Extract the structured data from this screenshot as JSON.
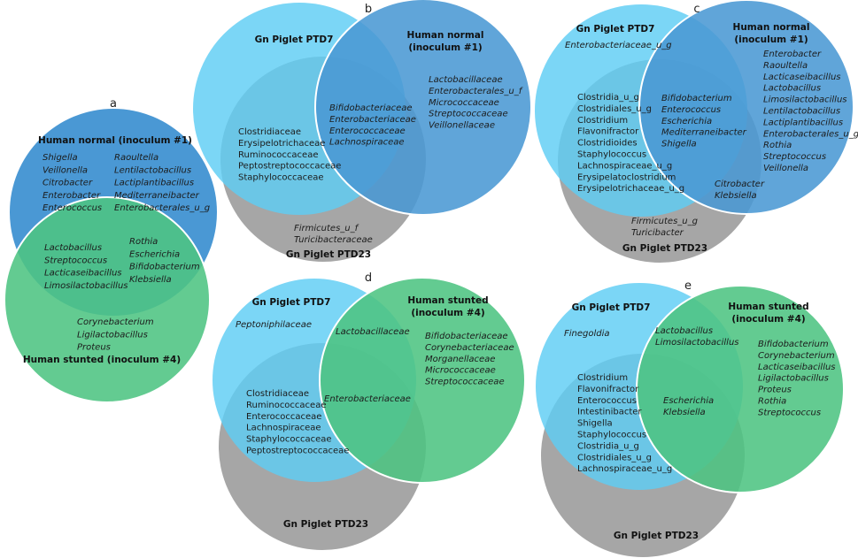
{
  "colors": {
    "piglet_ptd7": "#5ecdf4",
    "human_normal": "#4a98d4",
    "human_stunted": "#4dc482",
    "piglet_ptd23": "#a6a6a6",
    "outline": "#ffffff"
  },
  "chart_data": [
    {
      "type": "venn",
      "panel": "a",
      "sets": [
        {
          "id": "hn",
          "name": "Human normal (inoculum #1)"
        },
        {
          "id": "hs",
          "name": "Human stunted (inoculum #4)"
        }
      ],
      "regions": [
        {
          "sets": [
            "hn"
          ],
          "italic": true,
          "members": [
            "Shigella",
            "Veillonella",
            "Citrobacter",
            "Enterobacter",
            "Enterococcus",
            "Raoultella",
            "Lentilactobacillus",
            "Lactiplantibacillus",
            "Mediterraneibacter",
            "Enterobacterales_u_g"
          ]
        },
        {
          "sets": [
            "hn",
            "hs"
          ],
          "italic": true,
          "members": [
            "Lactobacillus",
            "Streptococcus",
            "Lacticaseibacillus",
            "Limosilactobacillus",
            "Rothia",
            "Escherichia",
            "Bifidobacterium",
            "Klebsiella"
          ]
        },
        {
          "sets": [
            "hs"
          ],
          "italic": true,
          "members": [
            "Corynebacterium",
            "Ligilactobacillus",
            "Proteus"
          ]
        }
      ]
    },
    {
      "type": "venn",
      "panel": "b",
      "level": "family",
      "sets": [
        {
          "id": "p7",
          "name": "Gn Piglet PTD7"
        },
        {
          "id": "hn",
          "name": "Human normal (inoculum #1)"
        },
        {
          "id": "p23",
          "name": "Gn Piglet  PTD23"
        }
      ],
      "regions": [
        {
          "sets": [
            "p7",
            "p23"
          ],
          "italic": false,
          "members": [
            "Clostridiaceae",
            "Erysipelotrichaceae",
            "Ruminococcaceae",
            "Peptostreptococcaceae",
            "Staphylococcaceae"
          ]
        },
        {
          "sets": [
            "p7",
            "hn",
            "p23"
          ],
          "italic": true,
          "members": [
            "Bifidobacteriaceae",
            "Enterobacteriaceae",
            "Enterococcaceae",
            "Lachnospiraceae"
          ]
        },
        {
          "sets": [
            "hn"
          ],
          "italic": true,
          "members": [
            "Lactobacillaceae",
            "Enterobacterales_u_f",
            "Micrococcaceae",
            "Streptococcaceae",
            "Veillonellaceae"
          ]
        },
        {
          "sets": [
            "p23"
          ],
          "italic": true,
          "members": [
            "Firmicutes_u_f",
            "Turicibacteraceae"
          ]
        }
      ]
    },
    {
      "type": "venn",
      "panel": "c",
      "level": "genus",
      "sets": [
        {
          "id": "p7",
          "name": "Gn Piglet PTD7"
        },
        {
          "id": "hn",
          "name": "Human normal (inoculum #1)"
        },
        {
          "id": "p23",
          "name": "Gn Piglet  PTD23"
        }
      ],
      "regions": [
        {
          "sets": [
            "p7"
          ],
          "italic": true,
          "members": [
            "Enterobacteriaceae_u_g"
          ]
        },
        {
          "sets": [
            "p7",
            "p23"
          ],
          "italic": false,
          "members": [
            "Clostridia_u_g",
            "Clostridiales_u_g",
            "Clostridium",
            "Flavonifractor",
            "Clostridioides",
            "Staphylococcus",
            "Lachnospiraceae_u_g",
            "Erysipelatoclostridium",
            "Erysipelotrichaceae_u_g"
          ]
        },
        {
          "sets": [
            "p7",
            "hn",
            "p23"
          ],
          "italic": true,
          "members": [
            "Bifidobacterium",
            "Enterococcus",
            "Escherichia",
            "Mediterraneibacter",
            "Shigella"
          ]
        },
        {
          "sets": [
            "hn"
          ],
          "italic": true,
          "members": [
            "Enterobacter",
            "Raoultella",
            "Lacticaseibacillus",
            "Lactobacillus",
            "Limosilactobacillus",
            "Lentilactobacillus",
            "Lactiplantibacillus",
            "Enterobacterales_u_g",
            "Rothia",
            "Streptococcus",
            "Veillonella"
          ]
        },
        {
          "sets": [
            "hn",
            "p23"
          ],
          "italic": true,
          "members": [
            "Citrobacter",
            "Klebsiella"
          ]
        },
        {
          "sets": [
            "p23"
          ],
          "italic": true,
          "members": [
            "Firmicutes_u_g",
            "Turicibacter"
          ]
        }
      ]
    },
    {
      "type": "venn",
      "panel": "d",
      "level": "family",
      "sets": [
        {
          "id": "p7",
          "name": "Gn Piglet PTD7"
        },
        {
          "id": "hs",
          "name": "Human stunted (inoculum #4)"
        },
        {
          "id": "p23",
          "name": "Gn Piglet  PTD23"
        }
      ],
      "regions": [
        {
          "sets": [
            "p7"
          ],
          "italic": true,
          "members": [
            "Peptoniphilaceae"
          ]
        },
        {
          "sets": [
            "p7",
            "hs"
          ],
          "italic": true,
          "members": [
            "Lactobacillaceae"
          ]
        },
        {
          "sets": [
            "p7",
            "p23"
          ],
          "italic": false,
          "members": [
            "Clostridiaceae",
            "Ruminococcaceae",
            "Enterococcaceae",
            "Lachnospiraceae",
            "Staphylococcaceae",
            "Peptostreptococcaceae"
          ]
        },
        {
          "sets": [
            "p7",
            "hs",
            "p23"
          ],
          "italic": true,
          "members": [
            "Enterobacteriaceae"
          ]
        },
        {
          "sets": [
            "hs"
          ],
          "italic": true,
          "members": [
            "Bifidobacteriaceae",
            "Corynebacteriaceae",
            "Morganellaceae",
            "Micrococcaceae",
            "Streptococcaceae"
          ]
        }
      ]
    },
    {
      "type": "venn",
      "panel": "e",
      "level": "genus",
      "sets": [
        {
          "id": "p7",
          "name": "Gn Piglet PTD7"
        },
        {
          "id": "hs",
          "name": "Human stunted (inoculum #4)"
        },
        {
          "id": "p23",
          "name": "Gn Piglet  PTD23"
        }
      ],
      "regions": [
        {
          "sets": [
            "p7"
          ],
          "italic": true,
          "members": [
            "Finegoldia"
          ]
        },
        {
          "sets": [
            "p7",
            "hs"
          ],
          "italic": true,
          "members": [
            "Lactobacillus",
            "Limosilactobacillus"
          ]
        },
        {
          "sets": [
            "p7",
            "p23"
          ],
          "italic": false,
          "members": [
            "Clostridium",
            "Flavonifractor",
            "Enterococcus",
            "Intestinibacter",
            "Shigella",
            "Staphylococcus",
            "Clostridia_u_g",
            "Clostridiales_u_g",
            "Lachnospiraceae_u_g"
          ]
        },
        {
          "sets": [
            "p7",
            "hs",
            "p23"
          ],
          "italic": true,
          "members": [
            "Escherichia",
            "Klebsiella"
          ]
        },
        {
          "sets": [
            "hs"
          ],
          "italic": true,
          "members": [
            "Bifidobacterium",
            "Corynebacterium",
            "Lacticaseibacillus",
            "Ligilactobacillus",
            "Proteus",
            "Rothia",
            "Streptococcus"
          ]
        }
      ]
    }
  ],
  "panels": {
    "a": {
      "label": "a",
      "title_hn": "Human normal (inoculum #1)",
      "title_hs": "Human stunted (inoculum #4)"
    },
    "b": {
      "label": "b",
      "title_p7": "Gn Piglet PTD7",
      "title_hn_1": "Human normal",
      "title_hn_2": "(inoculum #1)",
      "title_p23": "Gn Piglet  PTD23"
    },
    "c": {
      "label": "c",
      "title_p7": "Gn Piglet PTD7",
      "title_hn_1": "Human normal",
      "title_hn_2": "(inoculum #1)",
      "title_p23": "Gn Piglet  PTD23"
    },
    "d": {
      "label": "d",
      "title_p7": "Gn Piglet PTD7",
      "title_hs_1": "Human stunted",
      "title_hs_2": "(inoculum #4)",
      "title_p23": "Gn Piglet  PTD23"
    },
    "e": {
      "label": "e",
      "title_p7": "Gn Piglet PTD7",
      "title_hs_1": "Human stunted",
      "title_hs_2": "(inoculum #4)",
      "title_p23": "Gn Piglet  PTD23"
    }
  }
}
